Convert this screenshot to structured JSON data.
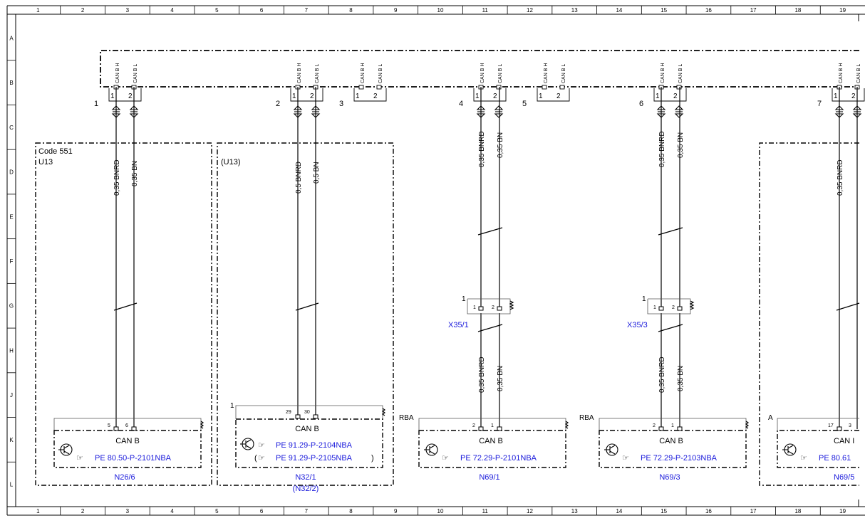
{
  "columns": [
    "1",
    "2",
    "3",
    "4",
    "5",
    "6",
    "7",
    "8",
    "9",
    "10",
    "11",
    "12",
    "13",
    "14",
    "15",
    "16",
    "17",
    "18",
    "19"
  ],
  "rows": [
    "A",
    "B",
    "C",
    "D",
    "E",
    "F",
    "G",
    "H",
    "J",
    "K",
    "L"
  ],
  "bus": {
    "wire_labels": [
      "CAN B H",
      "CAN B L"
    ],
    "pin_labels": [
      "1",
      "2"
    ]
  },
  "connectors": [
    "1",
    "2",
    "3",
    "4",
    "5",
    "6",
    "7"
  ],
  "zones": {
    "code551": {
      "line1": "Code 551",
      "line2": "U13"
    },
    "u13": {
      "line1": "(U13)"
    }
  },
  "wires": {
    "w035bnrd": "0,35 BNRD",
    "w035bn": "0,35 BN",
    "w05bnrd": "0,5 BNRD",
    "w05bn": "0,5 BN"
  },
  "splices": {
    "x35_1": {
      "label": "X35/1",
      "pin_top": "1",
      "pin_a": "1",
      "pin_b": "2"
    },
    "x35_3": {
      "label": "X35/3",
      "pin_top": "1",
      "pin_a": "1",
      "pin_b": "2"
    }
  },
  "modules": {
    "n26_6": {
      "title": "CAN B",
      "pins": [
        "5",
        "6"
      ],
      "ref": "PE 80.50-P-2101NBA",
      "name": "N26/6"
    },
    "n32_1": {
      "title": "CAN B",
      "pin_top": "1",
      "pins": [
        "29",
        "30"
      ],
      "ref1": "PE 91.29-P-2104NBA",
      "ref2": "PE 91.29-P-2105NBA",
      "paren_open": "(",
      "paren_close": ")",
      "name": "N32/1",
      "name2": "(N32/2)"
    },
    "n69_1": {
      "title": "CAN B",
      "side": "RBA",
      "pins": [
        "2",
        "1"
      ],
      "ref": "PE 72.29-P-2101NBA",
      "name": "N69/1"
    },
    "n69_3": {
      "title": "CAN B",
      "side": "RBA",
      "pins": [
        "2",
        "1"
      ],
      "ref": "PE 72.29-P-2103NBA",
      "name": "N69/3"
    },
    "n69_5": {
      "title": "CAN I",
      "side": "A",
      "pins": [
        "17",
        "3"
      ],
      "ref": "PE 80.61",
      "name": "N69/5"
    }
  },
  "colors": {
    "line": "#000000",
    "link": "#1a1adb"
  }
}
